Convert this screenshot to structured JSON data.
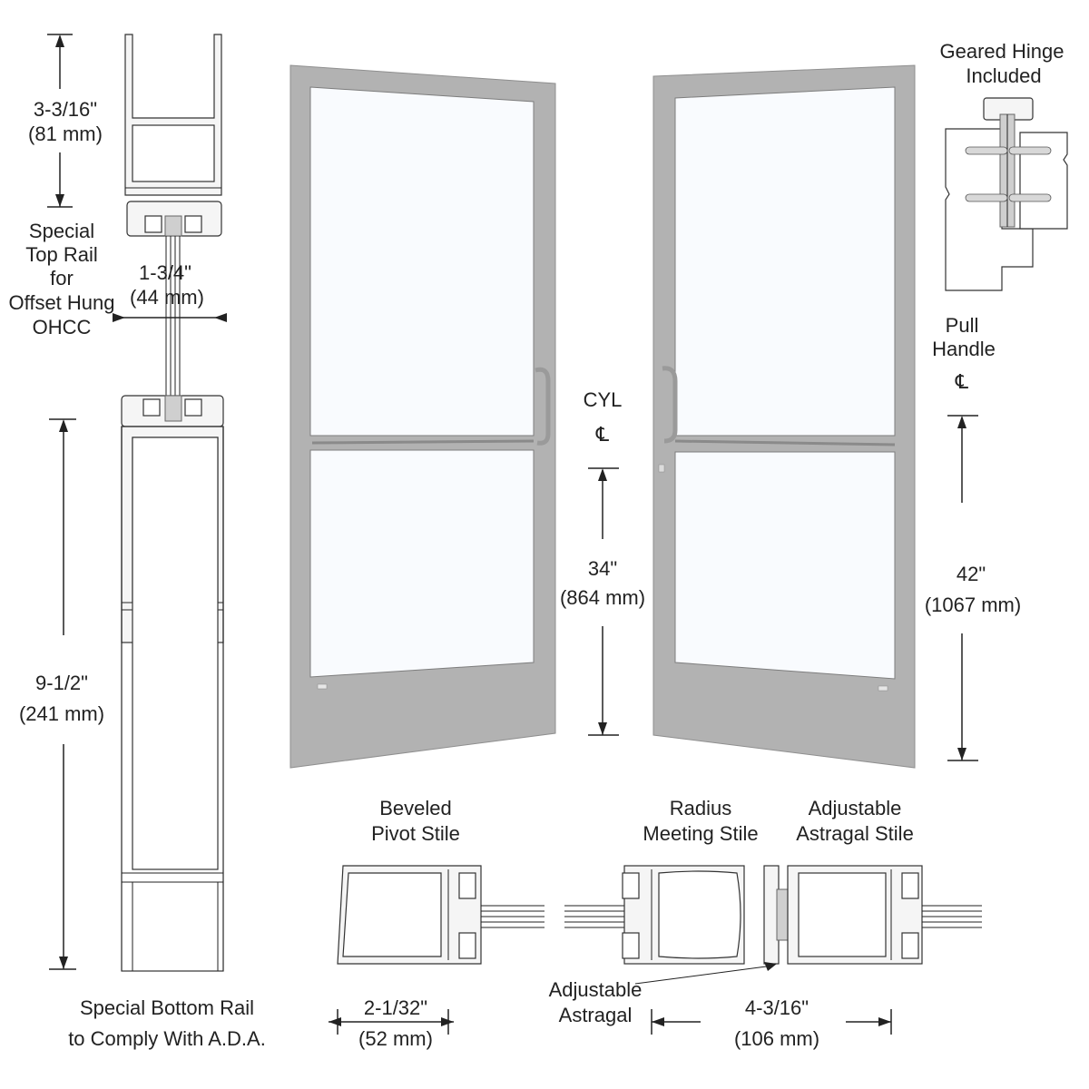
{
  "labels": {
    "top_rail_dim_in": "3-3/16\"",
    "top_rail_dim_mm": "(81 mm)",
    "top_rail_caption": [
      "Special",
      "Top Rail",
      "for",
      "Offset Hung",
      "OHCC"
    ],
    "glazing_dim_in": "1-3/4\"",
    "glazing_dim_mm": "(44 mm)",
    "bottom_rail_dim_in": "9-1/2\"",
    "bottom_rail_dim_mm": "(241 mm)",
    "bottom_rail_caption": [
      "Special Bottom Rail",
      "to Comply With A.D.A."
    ],
    "cyl_label": "CYL",
    "cl_symbol": "℄",
    "cyl_dim_in": "34\"",
    "cyl_dim_mm": "(864 mm)",
    "hinge_caption": [
      "Geared Hinge",
      "Included"
    ],
    "pull_caption": [
      "Pull",
      "Handle"
    ],
    "pull_dim_in": "42\"",
    "pull_dim_mm": "(1067 mm)",
    "pivot_caption": [
      "Beveled",
      "Pivot Stile"
    ],
    "pivot_dim_in": "2-1/32\"",
    "pivot_dim_mm": "(52 mm)",
    "meeting_caption": [
      "Radius",
      "Meeting Stile"
    ],
    "astragal_stile_caption": [
      "Adjustable",
      "Astragal Stile"
    ],
    "astragal_caption": [
      "Adjustable",
      "Astragal"
    ],
    "meeting_dim_in": "4-3/16\"",
    "meeting_dim_mm": "(106 mm)"
  },
  "colors": {
    "door_frame": "#b2b2b2",
    "glass": "#f9fbfe",
    "line": "#222222"
  }
}
